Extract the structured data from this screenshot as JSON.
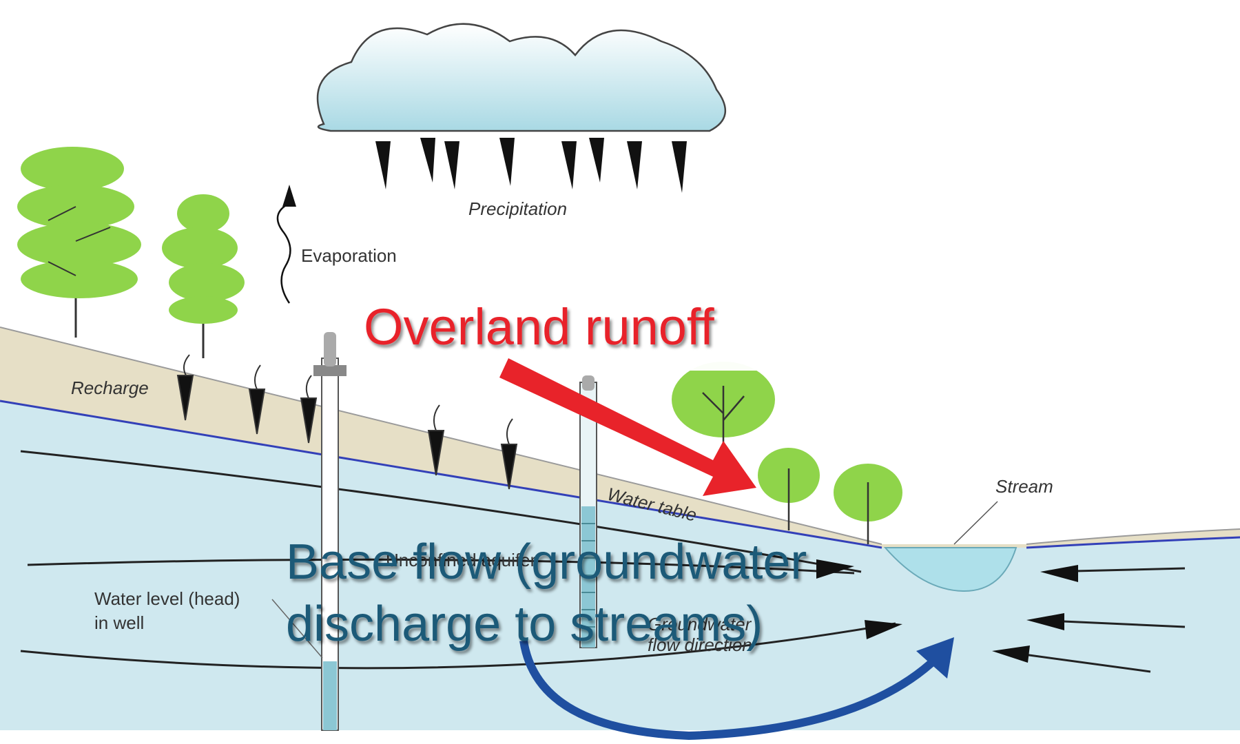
{
  "labels": {
    "precipitation": "Precipitation",
    "evaporation": "Evaporation",
    "recharge": "Recharge",
    "water_table": "Water table",
    "stream": "Stream",
    "water_level_line1": "Water level (head)",
    "water_level_line2": "in well",
    "unconfined_aquifer": "Unconfined aquifer",
    "groundwater_flow_line1": "Groundwater",
    "groundwater_flow_line2": "flow direction"
  },
  "callouts": {
    "overland_runoff": "Overland runoff",
    "base_flow_line1": "Base flow (groundwater",
    "base_flow_line2": "discharge to streams)"
  },
  "colors": {
    "overland_runoff": "#e8232a",
    "base_flow_text": "#1d5a78",
    "base_flow_arrow": "#1f4fa0",
    "groundwater": "#cfe8ef",
    "soil": "#e6dfc6",
    "water_table_line": "#3340b8",
    "tree": "#8fd44a",
    "cloud": "#bfe2ea"
  }
}
